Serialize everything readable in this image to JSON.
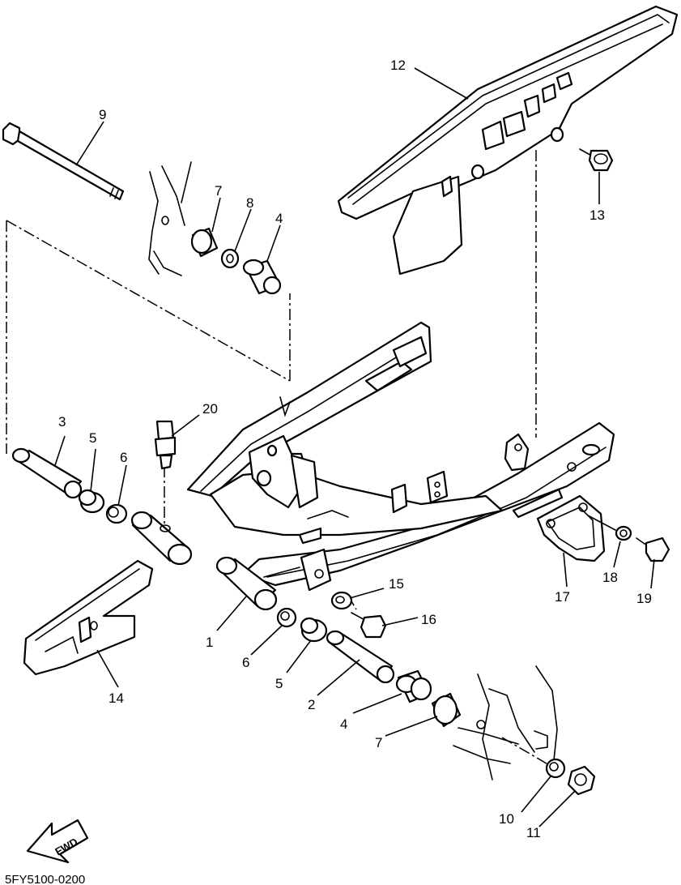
{
  "callouts": {
    "c1": "1",
    "c2": "2",
    "c3": "3",
    "c4a": "4",
    "c4b": "4",
    "c5a": "5",
    "c5b": "5",
    "c6a": "6",
    "c6b": "6",
    "c7a": "7",
    "c7b": "7",
    "c8": "8",
    "c9": "9",
    "c10": "10",
    "c11": "11",
    "c12": "12",
    "c13": "13",
    "c14": "14",
    "c15": "15",
    "c16": "16",
    "c17": "17",
    "c18": "18",
    "c19": "19",
    "c20": "20"
  },
  "direction_label": "FWD",
  "diagram_code": "5FY5100-0200"
}
